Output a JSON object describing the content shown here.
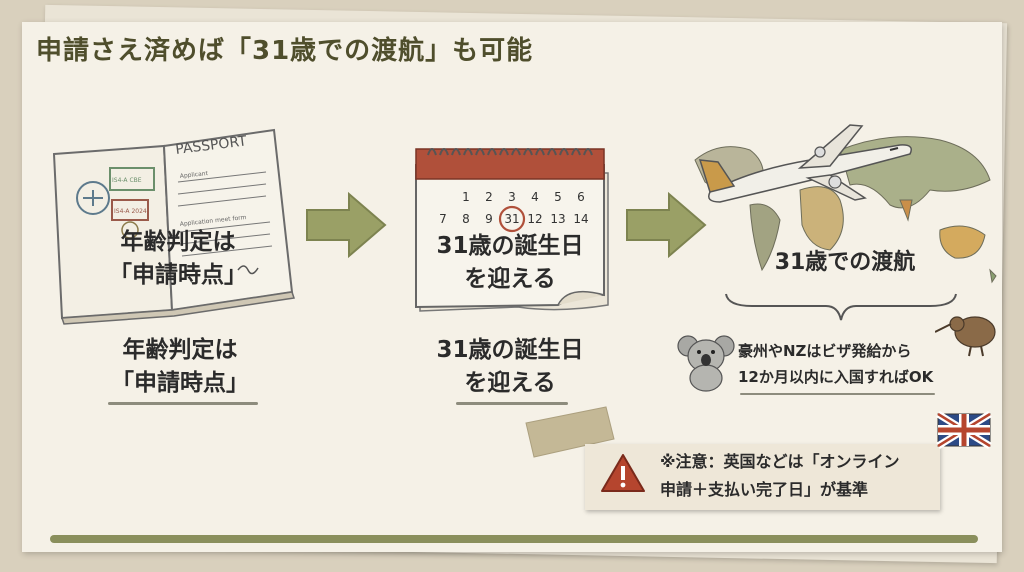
{
  "title": "申請さえ済めば「31歳での渡航」も可能",
  "passport": {
    "header": "PASSPORT",
    "field_applicant": "Applicant",
    "field_meet": "Application meet form",
    "stamp_code": "IS4-A CBE",
    "stamp_date": "IS4-A 2024",
    "overlay_line1": "年齢判定は",
    "overlay_line2": "「申請時点」"
  },
  "step1": {
    "line1": "年齢判定は",
    "line2": "「申請時点」"
  },
  "calendar": {
    "row1": [
      "1",
      "2",
      "3",
      "4",
      "5",
      "6"
    ],
    "row2": [
      "7",
      "8",
      "9",
      "31",
      "12",
      "13",
      "14"
    ],
    "overlay_line1": "31歳の誕生日",
    "overlay_line2": "を迎える"
  },
  "step2": {
    "line1": "31歳の誕生日",
    "line2": "を迎える"
  },
  "step3": {
    "map_label": "31歳での渡航",
    "note_line1": "豪州やNZはビザ発給から",
    "note_line2": "12か月以内に入国すればOK"
  },
  "warning": {
    "line1": "※注意：英国などは「オンライン",
    "line2": "申請＋支払い完了日」が基準"
  },
  "colors": {
    "accent": "#8a8f5c",
    "arrow": "#9aa066",
    "alert": "#b5452e",
    "title": "#4f4e2c"
  }
}
